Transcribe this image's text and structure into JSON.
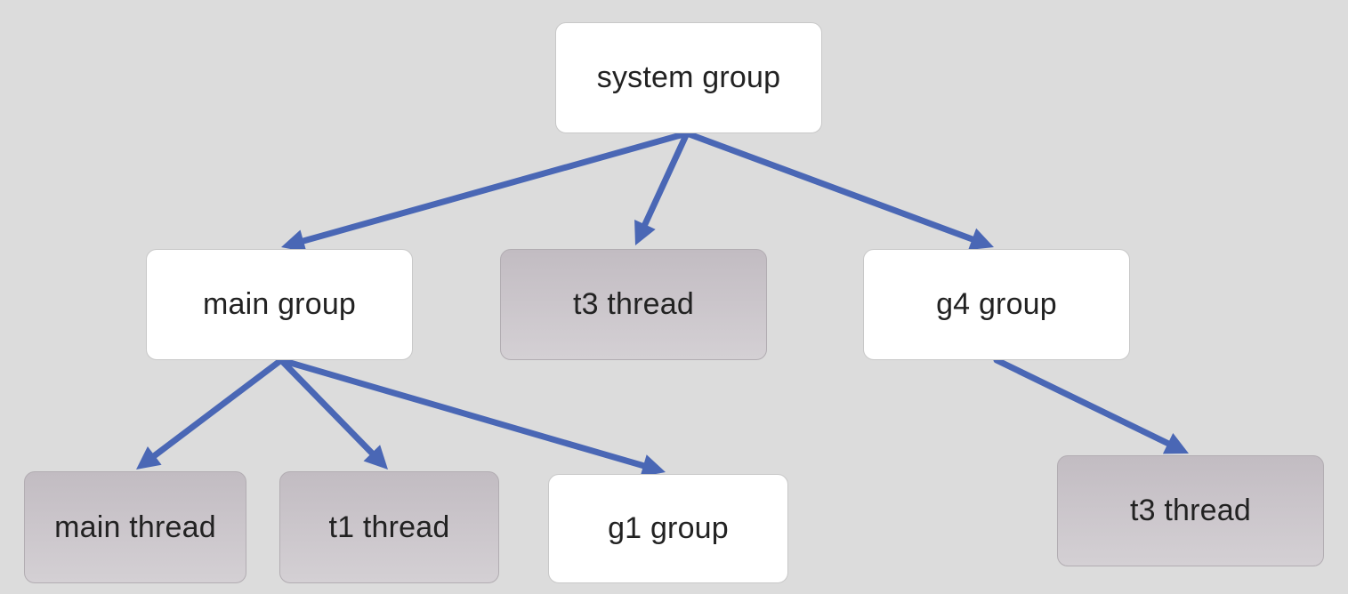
{
  "colors": {
    "background": "#dcdcdc",
    "group_fill": "#ffffff",
    "thread_fill": "#c8c3c8",
    "arrow": "#4a67b5"
  },
  "nodes": {
    "system_group": "system group",
    "main_group": "main group",
    "t3_thread_top": "t3 thread",
    "g4_group": "g4 group",
    "main_thread": "main thread",
    "t1_thread": "t1 thread",
    "g1_group": "g1 group",
    "t3_thread_bottom": "t3 thread"
  },
  "edges": [
    {
      "from": "system_group",
      "to": "main_group"
    },
    {
      "from": "system_group",
      "to": "t3_thread_top"
    },
    {
      "from": "system_group",
      "to": "g4_group"
    },
    {
      "from": "main_group",
      "to": "main_thread"
    },
    {
      "from": "main_group",
      "to": "t1_thread"
    },
    {
      "from": "main_group",
      "to": "g1_group"
    },
    {
      "from": "g4_group",
      "to": "t3_thread_bottom"
    }
  ]
}
